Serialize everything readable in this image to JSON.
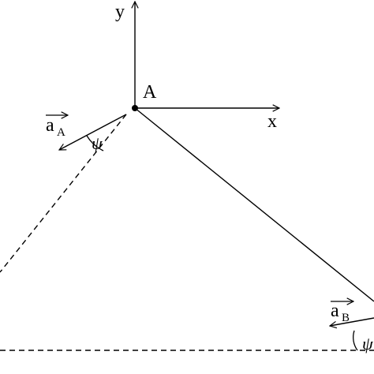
{
  "labels": {
    "axis_y": "y",
    "axis_x": "x",
    "point_a": "A",
    "vec_a_main": "a",
    "vec_a_sub": "A",
    "vec_b_main": "a",
    "vec_b_sub": "B",
    "angle_a": "ψ",
    "angle_b": "ψ"
  },
  "colors": {
    "ink": "#000000",
    "background": "#ffffff"
  }
}
